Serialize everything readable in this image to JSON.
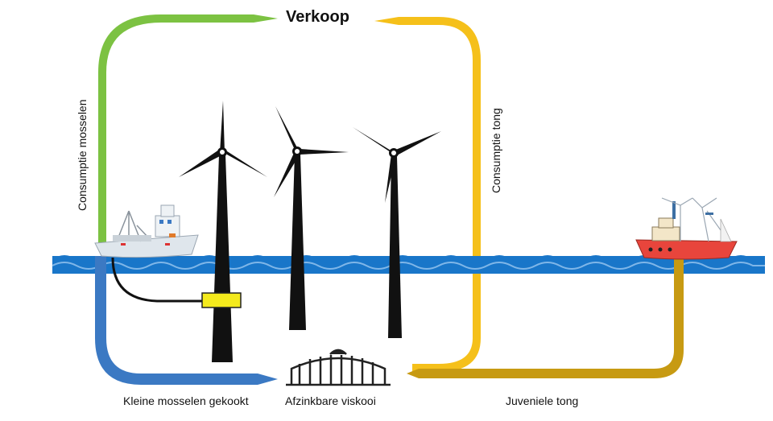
{
  "title": "Verkoop",
  "labels": {
    "consumption_mussels": "Consumptie mosselen",
    "consumption_sole": "Consumptie tong",
    "small_mussels_cooked": "Kleine mosselen gekookt",
    "sinkable_cage": "Afzinkbare viskooi",
    "juvenile_sole": "Juveniele tong"
  },
  "colors": {
    "green_flow": "#7cc242",
    "yellow_flow": "#f5c01a",
    "blue_flow": "#3b79c3",
    "gold_flow": "#c79a12",
    "sea": "#1976c9",
    "turbine": "#111111",
    "coupling_box": "#f4ea1c"
  }
}
